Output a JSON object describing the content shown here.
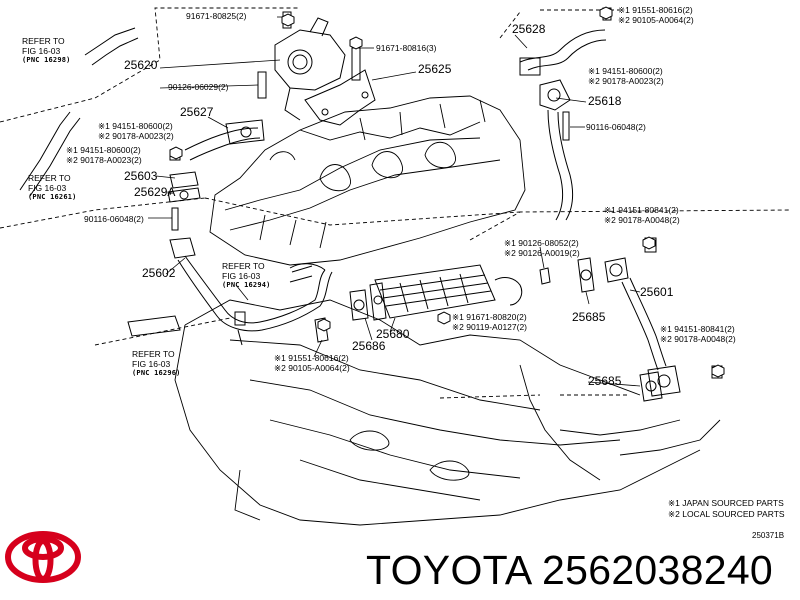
{
  "references": [
    {
      "line1": "REFER TO",
      "line2": "FIG 16-03",
      "line3": "(PNC 16298)"
    },
    {
      "line1": "REFER TO",
      "line2": "FIG 16-03",
      "line3": "(PNC 16261)"
    },
    {
      "line1": "REFER TO",
      "line2": "FIG 16-03",
      "line3": "(PNC 16294)"
    },
    {
      "line1": "REFER TO",
      "line2": "FIG 16-03",
      "line3": "(PNC 16296)"
    }
  ],
  "part_numbers": {
    "p25628": "25628",
    "p25620": "25620",
    "p25625": "25625",
    "p25618": "25618",
    "p25627": "25627",
    "p25603": "25603",
    "p25629a": "25629A",
    "p25602": "25602",
    "p25601": "25601",
    "p25685a": "25685",
    "p25685b": "25685",
    "p25686": "25686",
    "p25680": "25680"
  },
  "fasteners": {
    "f1": "91671-80825(2)",
    "f2": "91671-80816(3)",
    "f3": "90126-06029(2)",
    "f4a": "※1 91551-80616(2)",
    "f4b": "※2 90105-A0064(2)",
    "f5a": "※1 94151-80600(2)",
    "f5b": "※2 90178-A0023(2)",
    "f6": "90116-06048(2)",
    "f7a": "※1 94151-80600(2)",
    "f7b": "※2 90178-A0023(2)",
    "f8a": "※1 94151-80600(2)",
    "f8b": "※2 90178-A0023(2)",
    "f9": "90116-06048(2)",
    "f10a": "※1 94151-80841(2)",
    "f10b": "※2 90178-A0048(2)",
    "f11a": "※1 90126-08052(2)",
    "f11b": "※2 90126-A0019(2)",
    "f12a": "※1 91671-80820(2)",
    "f12b": "※2 90119-A0127(2)",
    "f13a": "※1 91551-80616(2)",
    "f13b": "※2 90105-A0064(2)",
    "f14a": "※1 94151-80841(2)",
    "f14b": "※2 90178-A0048(2)"
  },
  "legend": {
    "line1": "※1 JAPAN SOURCED PARTS",
    "line2": "※2 LOCAL SOURCED PARTS"
  },
  "diagram_code": "250371B",
  "brand": {
    "title": "TOYOTA 2562038240",
    "logo_color": "#d6001c"
  }
}
